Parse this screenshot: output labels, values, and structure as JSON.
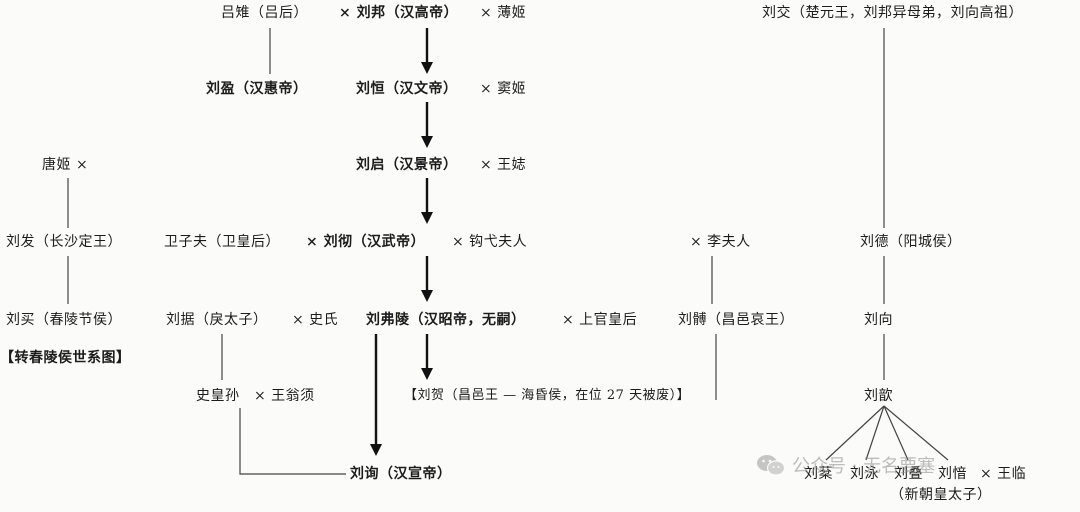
{
  "nodes": {
    "lv_zhi": "吕雉（吕后）",
    "liu_bang": "× 刘邦（汉高帝）",
    "bo_ji": "× 薄姬",
    "liu_jiao": "刘交（楚元王，刘邦异母弟，刘向高祖）",
    "liu_ying": "刘盈（汉惠帝）",
    "liu_heng": "刘恒（汉文帝）",
    "dou_ji": "× 窦姬",
    "tang_ji": "唐姬 ×",
    "liu_qi": "刘启（汉景帝）",
    "wang_zhi": "× 王娡",
    "liu_fa": "刘发（长沙定王）",
    "wei_zifu": "卫子夫（卫皇后）",
    "liu_che": "× 刘彻（汉武帝）",
    "gouyi": "× 钩弋夫人",
    "li_furen": "× 李夫人",
    "liu_de": "刘德（阳城侯）",
    "liu_mai": "刘买（春陵节侯）",
    "liu_ju": "刘据（戾太子）",
    "shi_shi": "× 史氏",
    "liu_fuling": "刘弗陵（汉昭帝，无嗣）",
    "shangguan": "× 上官皇后",
    "liu_bo": "刘髆（昌邑哀王）",
    "liu_xiang": "刘向",
    "note_chunling": "【转春陵侯世系图】",
    "shi_huangsun": "史皇孙",
    "wang_wengxu": "× 王翁须",
    "liu_he": "【刘贺（昌邑王 — 海昏侯，在位 27 天被废）】",
    "liu_xin": "刘歆",
    "liu_xun": "刘询（汉宣帝）",
    "liu_fen": "刘棻",
    "liu_yong": "刘泳",
    "liu_die": "刘叠",
    "liu_yin": "刘愔",
    "wang_lin": "× 王临",
    "xinchao": "（新朝皇太子）"
  },
  "watermark": {
    "icon": "wechat-icon",
    "text": "公众号 · 无名要塞"
  }
}
